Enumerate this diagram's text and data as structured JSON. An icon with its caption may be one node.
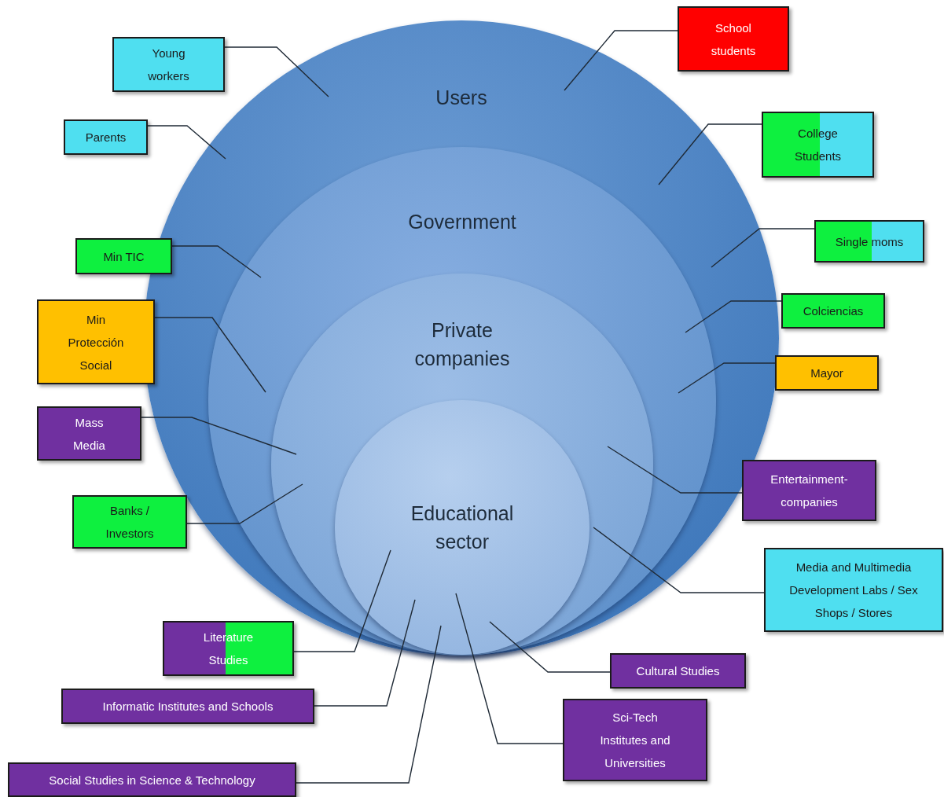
{
  "diagram": {
    "nodes": [
      {
        "text": [
          "Users"
        ]
      },
      {
        "text": [
          "Government"
        ],
        "in": 0
      },
      {
        "text": [
          "Private companies"
        ],
        "in": 1
      },
      {
        "text": [
          "Educational sector"
        ],
        "in": 2
      },
      {
        "text": [
          "School students"
        ]
      },
      {
        "text": [
          "Young workers"
        ]
      },
      {
        "text": [
          "College Students"
        ]
      },
      {
        "text": [
          "Parents"
        ]
      },
      {
        "text": [
          "Single moms"
        ]
      },
      {
        "text": [
          "Min TIC"
        ]
      },
      {
        "text": [
          "Colciencias"
        ]
      },
      {
        "text": [
          "Min Protección Social"
        ]
      },
      {
        "text": [
          "Mayor"
        ]
      },
      {
        "text": [
          "Mass Media"
        ]
      },
      {
        "text": [
          "Entertainment-companies"
        ]
      },
      {
        "text": [
          "Banks / Investors"
        ]
      },
      {
        "text": [
          "Media and Multimedia Development Labs / Sex Shops / Stores"
        ]
      },
      {
        "text": [
          "Literature Studies"
        ]
      },
      {
        "text": [
          "Cultural Studies"
        ]
      },
      {
        "text": [
          "Informatic Institutes and Schools"
        ]
      },
      {
        "text": [
          "Sci-Tech Institutes and Universities"
        ]
      },
      {
        "text": [
          "Social Studies in Science & Technology"
        ]
      }
    ],
    "edges": [
      {
        "from": 4,
        "to": 0,
        "arrow": "none"
      },
      {
        "from": 5,
        "to": 0,
        "arrow": "none"
      },
      {
        "from": 6,
        "to": 0,
        "arrow": "none"
      },
      {
        "from": 7,
        "to": 0,
        "arrow": "none"
      },
      {
        "from": 8,
        "to": 0,
        "arrow": "none"
      },
      {
        "from": 9,
        "to": 1,
        "arrow": "none"
      },
      {
        "from": 10,
        "to": 1,
        "arrow": "none"
      },
      {
        "from": 11,
        "to": 1,
        "arrow": "none"
      },
      {
        "from": 12,
        "to": 1,
        "arrow": "none"
      },
      {
        "from": 13,
        "to": 2,
        "arrow": "none"
      },
      {
        "from": 14,
        "to": 2,
        "arrow": "none"
      },
      {
        "from": 15,
        "to": 2,
        "arrow": "none"
      },
      {
        "from": 16,
        "to": 2,
        "arrow": "none"
      },
      {
        "from": 17,
        "to": 3,
        "arrow": "none"
      },
      {
        "from": 18,
        "to": 3,
        "arrow": "none"
      },
      {
        "from": 19,
        "to": 3,
        "arrow": "none"
      },
      {
        "from": 20,
        "to": 3,
        "arrow": "none"
      },
      {
        "from": 21,
        "to": 3,
        "arrow": "none"
      }
    ]
  }
}
